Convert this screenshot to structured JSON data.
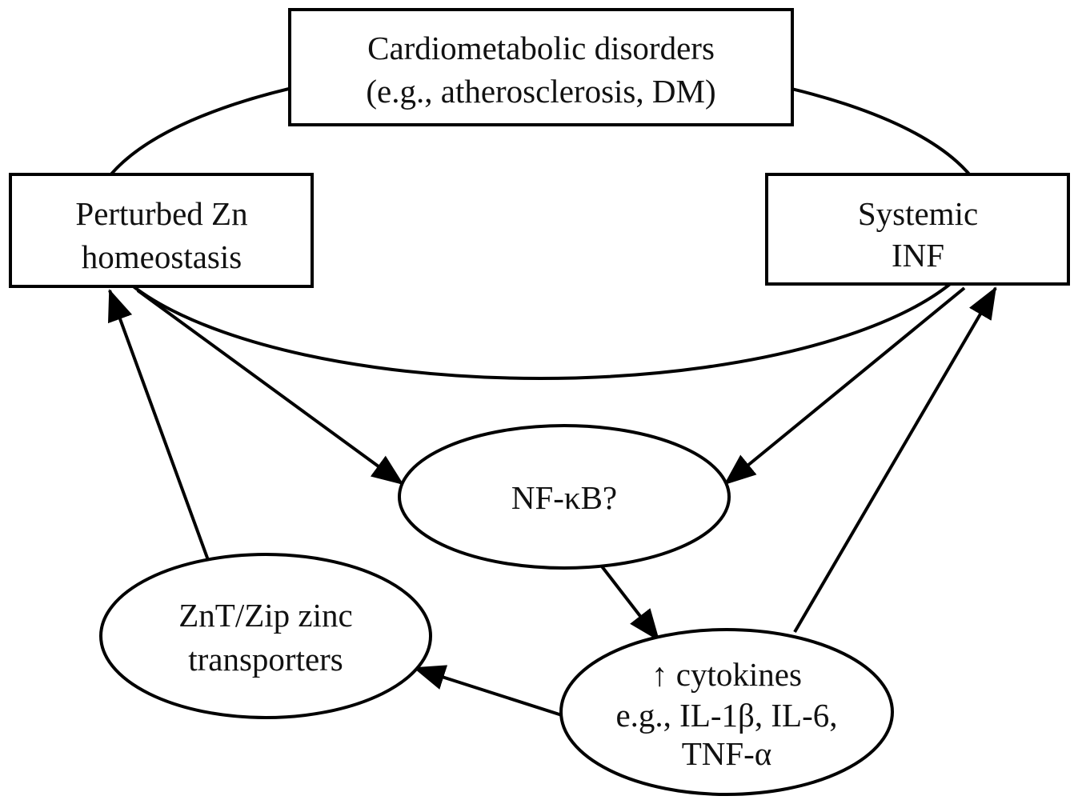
{
  "diagram": {
    "nodes": {
      "cardiometabolic": {
        "line1": "Cardiometabolic disorders",
        "line2": "(e.g., atherosclerosis, DM)"
      },
      "zn_homeostasis": {
        "line1": "Perturbed Zn",
        "line2": "homeostasis"
      },
      "systemic_inf": {
        "line1": "Systemic",
        "line2": "INF"
      },
      "nfkb": {
        "line1": "NF-κB?"
      },
      "transporters": {
        "line1": "ZnT/Zip zinc",
        "line2": "transporters"
      },
      "cytokines": {
        "line1": "↑ cytokines",
        "line2": "e.g., IL-1β, IL-6,",
        "line3": "TNF-α"
      }
    },
    "edges": [
      {
        "from": "zn_homeostasis",
        "to": "nfkb"
      },
      {
        "from": "systemic_inf",
        "to": "nfkb"
      },
      {
        "from": "nfkb",
        "to": "cytokines"
      },
      {
        "from": "cytokines",
        "to": "transporters"
      },
      {
        "from": "cytokines",
        "to": "systemic_inf"
      },
      {
        "from": "transporters",
        "to": "zn_homeostasis"
      }
    ],
    "stroke_color": "#000000",
    "fill_color": "#ffffff"
  }
}
